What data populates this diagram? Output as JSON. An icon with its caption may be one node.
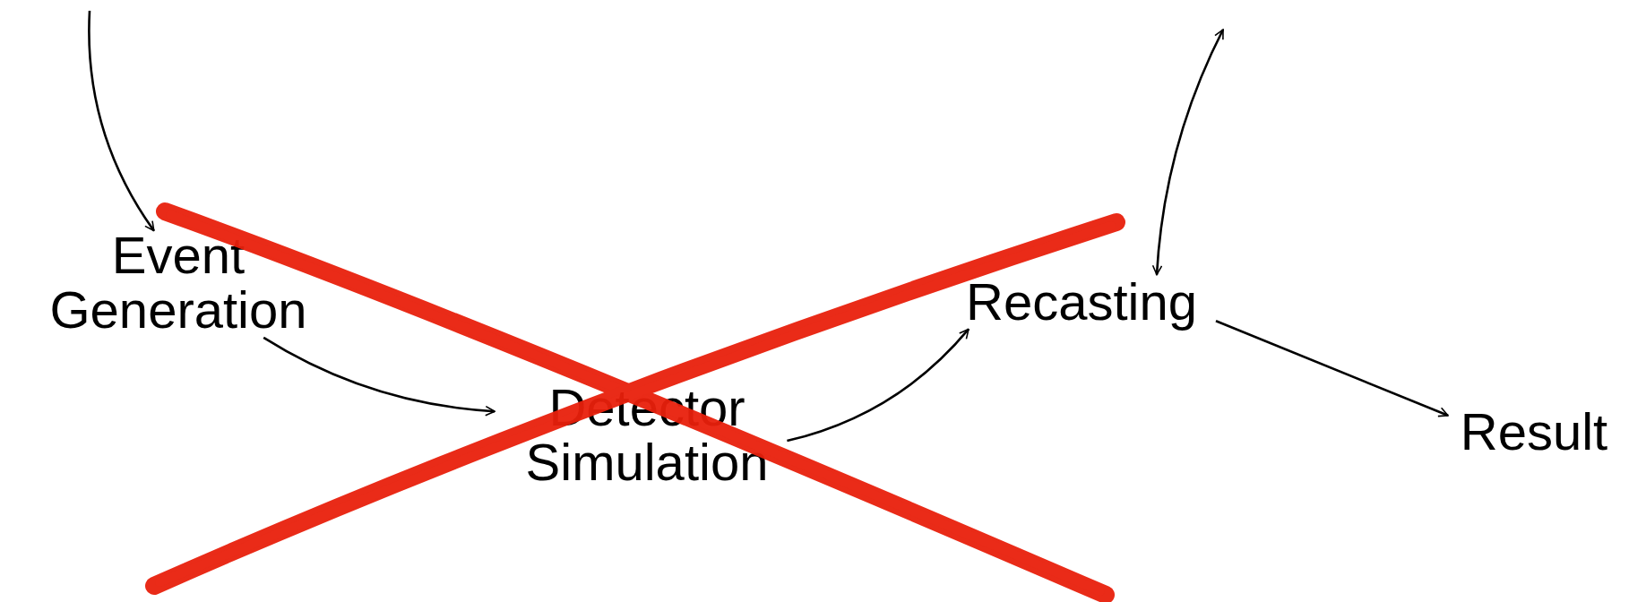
{
  "diagram": {
    "nodes": [
      {
        "text": [
          "Event Generation"
        ]
      },
      {
        "text": [
          "Detector Simulation"
        ]
      },
      {
        "text": [
          "Recasting"
        ]
      },
      {
        "text": [
          "Result"
        ]
      }
    ],
    "edges": [
      {
        "from": null,
        "to": 0,
        "arrow": "to"
      },
      {
        "from": 0,
        "to": 1,
        "arrow": "to"
      },
      {
        "from": 1,
        "to": 2,
        "arrow": "to"
      },
      {
        "from": 2,
        "to": null,
        "arrow": "both"
      },
      {
        "from": 2,
        "to": 3,
        "arrow": "to"
      }
    ]
  }
}
